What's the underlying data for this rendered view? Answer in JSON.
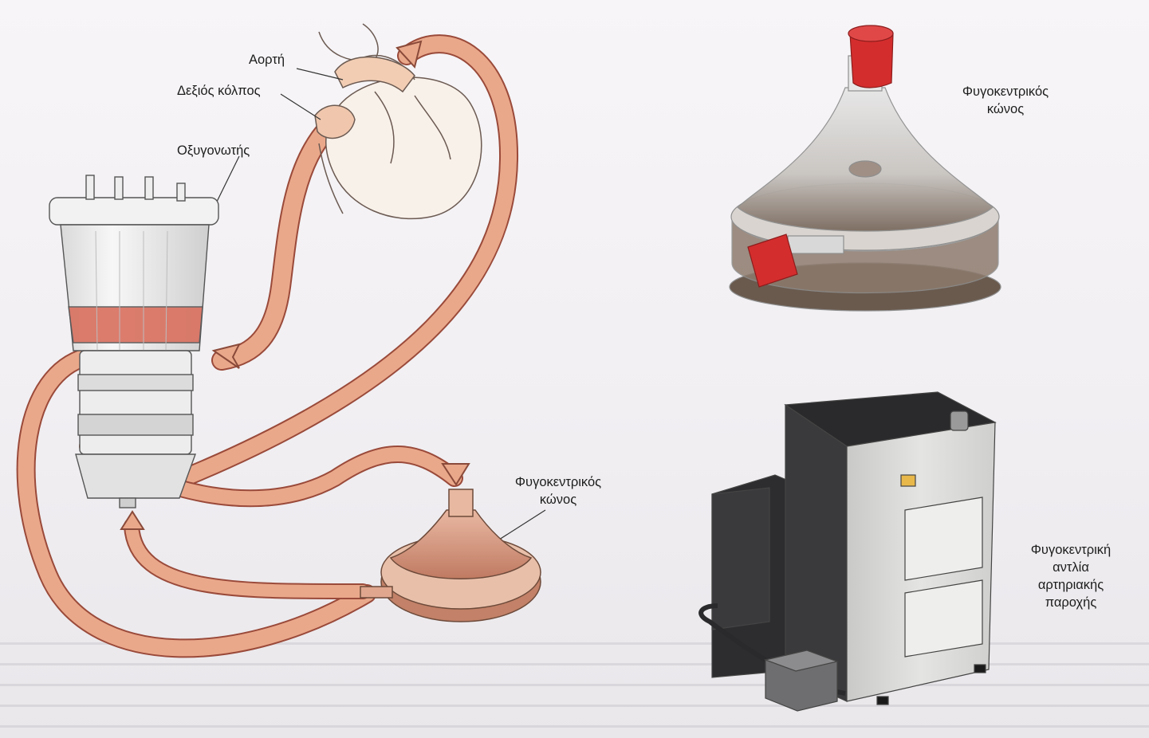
{
  "labels": {
    "aorta": "Αορτή",
    "right_atrium": "Δεξιός κόλπος",
    "oxygenator": "Οξυγονωτής",
    "cone_diagram_line1": "Φυγοκεντρικός",
    "cone_diagram_line2": "κώνος",
    "cone_photo_line1": "Φυγοκεντρικός",
    "cone_photo_line2": "κώνος",
    "pump_line1": "Φυγοκεντρική",
    "pump_line2": "αντλία",
    "pump_line3": "αρτηριακής",
    "pump_line4": "παροχής"
  },
  "colors": {
    "tubing": "#e9a98c",
    "tubing_edge": "#9a4a3a",
    "blood": "#d9705f",
    "cap_red": "#d42d2d",
    "device_grey": "#d8d8d6",
    "device_dark": "#2a2a2c",
    "heart_fill": "#f8f2ec"
  }
}
